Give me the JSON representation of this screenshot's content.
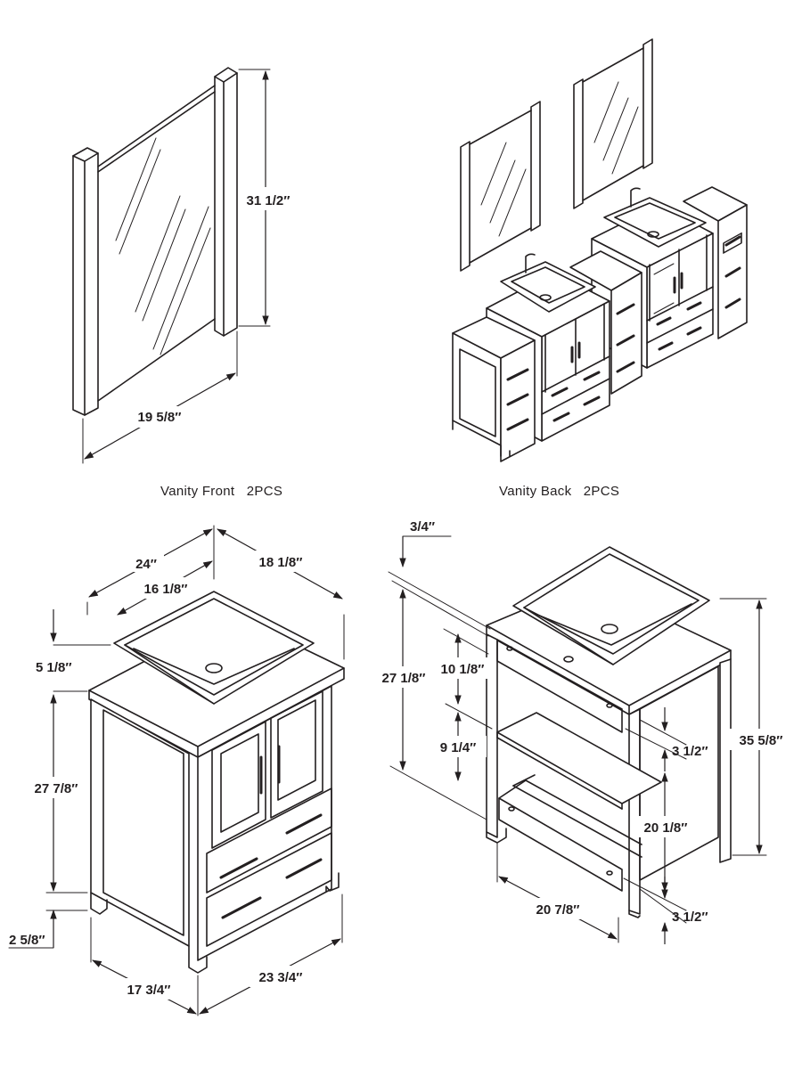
{
  "captions": {
    "vanity_front": "Vanity Front   2PCS",
    "vanity_back": "Vanity Back   2PCS"
  },
  "mirror": {
    "height": "31 1/2″",
    "width": "19 5/8″"
  },
  "front_view": {
    "overall_width": "24″",
    "overall_depth": "18 1/8″",
    "sink_size": "16 1/8″",
    "sink_height": "5 1/8″",
    "cabinet_height": "27 7/8″",
    "leg_height": "2 5/8″",
    "cabinet_depth": "17 3/4″",
    "cabinet_width": "23 3/4″"
  },
  "back_view": {
    "top_thickness": "3/4″",
    "interior_height": "27 1/8″",
    "upper_opening": "10 1/8″",
    "middle_opening": "9 1/4″",
    "shelf_setback": "3 1/2″",
    "total_height": "35 5/8″",
    "lower_height": "20 1/8″",
    "inner_width": "20 7/8″",
    "bottom_setback": "3 1/2″"
  }
}
